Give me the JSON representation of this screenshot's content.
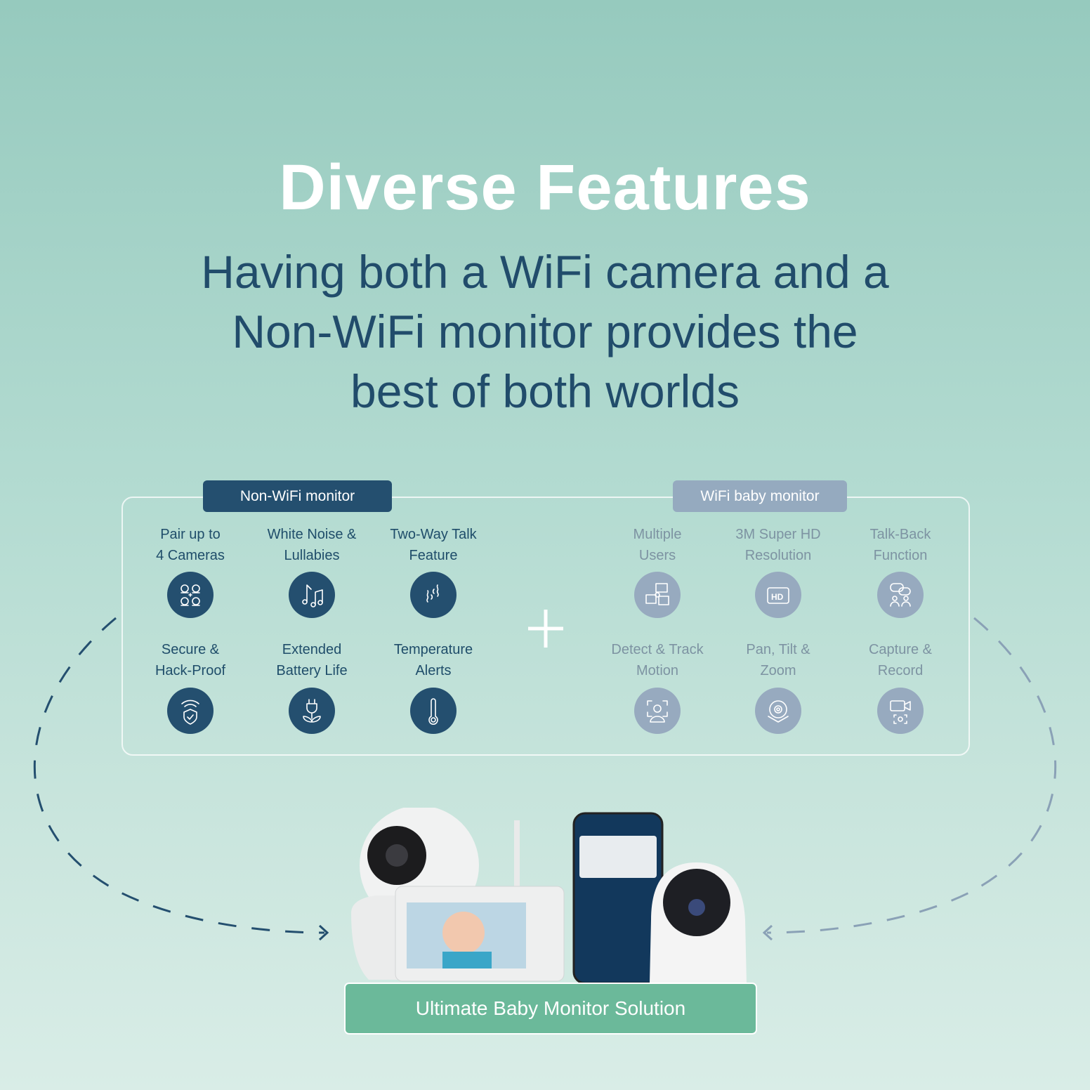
{
  "header": {
    "title": "Diverse Features",
    "subtitle_lines": [
      "Having both a WiFi camera and a",
      "Non-WiFi monitor provides the",
      "best of both worlds"
    ]
  },
  "non_wifi": {
    "label": "Non-WiFi monitor",
    "features": [
      {
        "line1": "Pair up to",
        "line2": "4 Cameras",
        "icon": "four-cameras-icon"
      },
      {
        "line1": "White Noise &",
        "line2": "Lullabies",
        "icon": "music-notes-icon"
      },
      {
        "line1": "Two-Way Talk",
        "line2": "Feature",
        "icon": "talk-icon"
      },
      {
        "line1": "Secure &",
        "line2": "Hack-Proof",
        "icon": "shield-wifi-icon"
      },
      {
        "line1": "Extended",
        "line2": "Battery Life",
        "icon": "eco-plug-icon"
      },
      {
        "line1": "Temperature",
        "line2": "Alerts",
        "icon": "thermometer-icon"
      }
    ]
  },
  "wifi": {
    "label": "WiFi baby monitor",
    "features": [
      {
        "line1": "Multiple",
        "line2": "Users",
        "icon": "multiple-users-icon"
      },
      {
        "line1": "3M Super HD",
        "line2": "Resolution",
        "icon": "hd-icon"
      },
      {
        "line1": "Talk-Back",
        "line2": "Function",
        "icon": "talk-back-icon"
      },
      {
        "line1": "Detect & Track",
        "line2": "Motion",
        "icon": "motion-detect-icon"
      },
      {
        "line1": "Pan, Tilt &",
        "line2": "Zoom",
        "icon": "pan-tilt-icon"
      },
      {
        "line1": "Capture &",
        "line2": "Record",
        "icon": "record-icon"
      }
    ]
  },
  "cta": {
    "label": "Ultimate Baby Monitor Solution"
  },
  "colors": {
    "navy": "#244f6f",
    "slate": "#95aabf",
    "green": "#6bb99a"
  }
}
